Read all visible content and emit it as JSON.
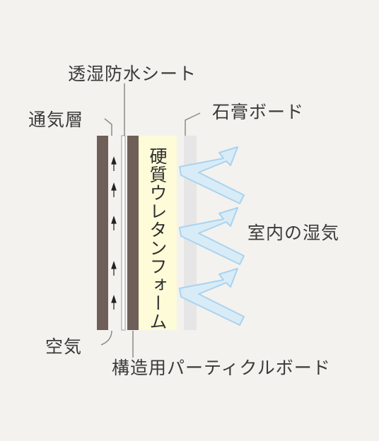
{
  "labels": {
    "vapor_sheet": "透湿防水シート",
    "ventilation_layer": "通気層",
    "gypsum_board": "石膏ボード",
    "indoor_humidity": "室内の湿気",
    "air": "空気",
    "particle_board": "構造用パーティクルボード",
    "foam": "硬質ウレタンフォーム"
  },
  "colors": {
    "background": "#f4f2ee",
    "siding": "#6e5f58",
    "foam": "#fdfbd8",
    "gypsum": "#e6e6e6",
    "humidity_arrow_fill": "#d8ecf8",
    "humidity_arrow_stroke": "#a9d3ef",
    "leader_line": "#8a8a8a",
    "text": "#3a3a3a"
  }
}
